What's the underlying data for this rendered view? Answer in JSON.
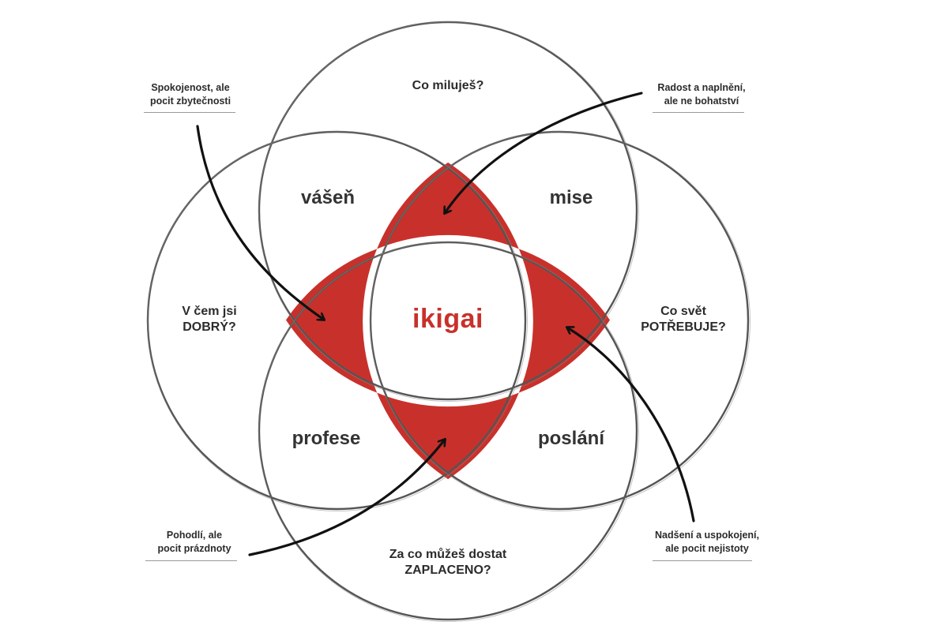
{
  "colors": {
    "accent": "#c8312b",
    "circle_stroke": "#555555",
    "text": "#2b2b2b",
    "arrow": "#111111"
  },
  "circles": {
    "love": "Co miluješ?",
    "good_line1": "V čem jsi",
    "good_line2": "DOBRÝ?",
    "world_line1": "Co svět",
    "world_line2": "POTŘEBUJE?",
    "paid_line1": "Za co můžeš dostat",
    "paid_line2": "ZAPLACENO?"
  },
  "overlaps": {
    "passion": "vášeň",
    "mission": "mise",
    "profession": "profese",
    "vocation": "poslání"
  },
  "center": "ikigai",
  "notes": {
    "top_left_line1": "Spokojenost, ale",
    "top_left_line2": "pocit zbytečnosti",
    "top_right_line1": "Radost a naplnění,",
    "top_right_line2": "ale ne bohatství",
    "bottom_left_line1": "Pohodlí, ale",
    "bottom_left_line2": "pocit prázdnoty",
    "bottom_right_line1": "Nadšení a uspokojení,",
    "bottom_right_line2": "ale pocit nejistoty"
  }
}
